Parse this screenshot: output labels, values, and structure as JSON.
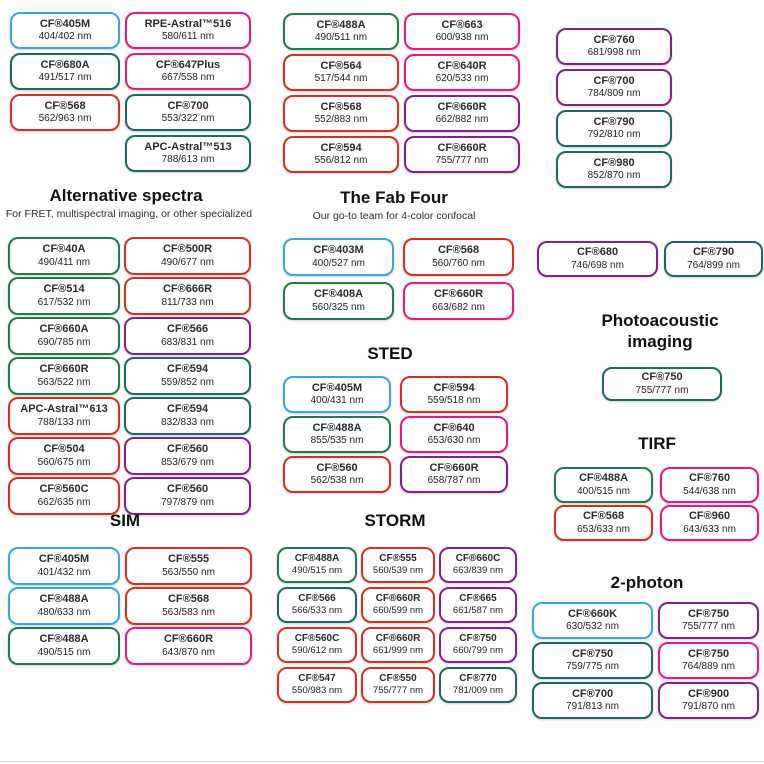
{
  "colors": {
    "blue": "#3aa5e2",
    "green": "#1e7b4b",
    "teal": "#1a6a61",
    "red": "#d92f21",
    "pink": "#e9197b",
    "purple": "#862088"
  },
  "titles": {
    "alt": {
      "title": "Alternative spectra",
      "subtitle": "For FRET, multispectral imaging, or other specialized"
    },
    "fab": {
      "title": "The Fab Four",
      "subtitle": "Our go-to team for 4-color confocal"
    },
    "sted": {
      "title": "STED"
    },
    "photo": {
      "title": "Photoacoustic imaging"
    },
    "tirf": {
      "title": "TIRF"
    },
    "sim": {
      "title": "SIM"
    },
    "storm": {
      "title": "STORM"
    },
    "twophoton": {
      "title": "2-photon"
    }
  },
  "groups": {
    "top_col1": {
      "pills": [
        {
          "name": "CF®405M",
          "sub": "404/402 nm",
          "color": "blue"
        },
        {
          "name": "CF®680A",
          "sub": "491/517 nm",
          "color": "teal"
        },
        {
          "name": "CF®568",
          "sub": "562/963 nm",
          "color": "red"
        }
      ]
    },
    "top_col2": {
      "pills": [
        {
          "name": "RPE-Astral™516",
          "sub": "580/611 nm",
          "color": "pink"
        },
        {
          "name": "CF®647Plus",
          "sub": "667/558 nm",
          "color": "pink"
        },
        {
          "name": "CF®700",
          "sub": "553/322 nm",
          "color": "teal"
        },
        {
          "name": "APC-Astral™513",
          "sub": "788/613 nm",
          "color": "teal"
        }
      ]
    },
    "top_col3": {
      "pills": [
        {
          "name": "CF®488A",
          "sub": "490/511 nm",
          "color": "green"
        },
        {
          "name": "CF®564",
          "sub": "517/544 nm",
          "color": "red"
        },
        {
          "name": "CF®568",
          "sub": "552/883 nm",
          "color": "red"
        },
        {
          "name": "CF®594",
          "sub": "556/812 nm",
          "color": "red"
        }
      ]
    },
    "top_col4": {
      "pills": [
        {
          "name": "CF®663",
          "sub": "600/938 nm",
          "color": "pink"
        },
        {
          "name": "CF®640R",
          "sub": "620/533 nm",
          "color": "pink"
        },
        {
          "name": "CF®660R",
          "sub": "662/882 nm",
          "color": "purple"
        },
        {
          "name": "CF®660R",
          "sub": "755/777 nm",
          "color": "purple"
        }
      ]
    },
    "top_col5": {
      "pills": [
        {
          "name": "CF®760",
          "sub": "681/998 nm",
          "color": "purple"
        },
        {
          "name": "CF®700",
          "sub": "784/809 nm",
          "color": "purple"
        },
        {
          "name": "CF®790",
          "sub": "792/810 nm",
          "color": "teal"
        },
        {
          "name": "CF®980",
          "sub": "852/870 nm",
          "color": "teal"
        }
      ]
    },
    "alt_left": {
      "pills": [
        {
          "name": "CF®40A",
          "sub": "490/411 nm",
          "color": "green"
        },
        {
          "name": "CF®514",
          "sub": "617/532 nm",
          "color": "green"
        },
        {
          "name": "CF®660A",
          "sub": "690/785 nm",
          "color": "green"
        },
        {
          "name": "CF®660R",
          "sub": "563/522 nm",
          "color": "green"
        },
        {
          "name": "APC-Astral™613",
          "sub": "788/133 nm",
          "color": "red"
        },
        {
          "name": "CF®504",
          "sub": "560/675 nm",
          "color": "red"
        },
        {
          "name": "CF®560C",
          "sub": "662/635 nm",
          "color": "red"
        }
      ]
    },
    "alt_right": {
      "pills": [
        {
          "name": "CF®500R",
          "sub": "490/677 nm",
          "color": "red"
        },
        {
          "name": "CF®666R",
          "sub": "811/733 nm",
          "color": "red"
        },
        {
          "name": "CF®566",
          "sub": "683/831 nm",
          "color": "purple"
        },
        {
          "name": "CF®594",
          "sub": "559/852 nm",
          "color": "teal"
        },
        {
          "name": "CF®594",
          "sub": "832/833 nm",
          "color": "teal"
        },
        {
          "name": "CF®560",
          "sub": "853/679 nm",
          "color": "purple"
        },
        {
          "name": "CF®560",
          "sub": "797/879 nm",
          "color": "purple"
        }
      ]
    },
    "fab": {
      "pills": [
        {
          "name": "CF®403M",
          "sub": "400/527 nm",
          "color": "blue"
        },
        {
          "name": "CF®568",
          "sub": "560/760 nm",
          "color": "red"
        },
        {
          "name": "CF®408A",
          "sub": "560/325 nm",
          "color": "green"
        },
        {
          "name": "CF®660R",
          "sub": "663/682 nm",
          "color": "pink"
        }
      ]
    },
    "mid_right": {
      "pills": [
        {
          "name": "CF®680",
          "sub": "746/698 nm",
          "color": "purple"
        },
        {
          "name": "CF®790",
          "sub": "764/899 nm",
          "color": "teal"
        }
      ]
    },
    "sted": {
      "pills": [
        {
          "name": "CF®405M",
          "sub": "400/431 nm",
          "color": "blue"
        },
        {
          "name": "CF®594",
          "sub": "559/518 nm",
          "color": "red"
        },
        {
          "name": "CF®488A",
          "sub": "855/535 nm",
          "color": "green"
        },
        {
          "name": "CF®640",
          "sub": "653/630 nm",
          "color": "pink"
        },
        {
          "name": "CF®560",
          "sub": "562/538 nm",
          "color": "red"
        },
        {
          "name": "CF®660R",
          "sub": "658/787 nm",
          "color": "purple"
        }
      ]
    },
    "photo": {
      "pills": [
        {
          "name": "CF®750",
          "sub": "755/777 nm",
          "color": "teal"
        }
      ]
    },
    "tirf": {
      "pills": [
        {
          "name": "CF®488A",
          "sub": "400/515 nm",
          "color": "green"
        },
        {
          "name": "CF®760",
          "sub": "544/638 nm",
          "color": "pink"
        },
        {
          "name": "CF®568",
          "sub": "653/633 nm",
          "color": "red"
        },
        {
          "name": "CF®960",
          "sub": "643/633 nm",
          "color": "pink"
        }
      ]
    },
    "sim": {
      "pills": [
        {
          "name": "CF®405M",
          "sub": "401/432 nm",
          "color": "blue"
        },
        {
          "name": "CF®555",
          "sub": "563/550 nm",
          "color": "red"
        },
        {
          "name": "CF®488A",
          "sub": "480/633 nm",
          "color": "blue"
        },
        {
          "name": "CF®568",
          "sub": "563/583 nm",
          "color": "red"
        },
        {
          "name": "CF®488A",
          "sub": "490/515 nm",
          "color": "green"
        },
        {
          "name": "CF®660R",
          "sub": "643/870 nm",
          "color": "pink"
        }
      ]
    },
    "storm": {
      "pills": [
        {
          "name": "CF®488A",
          "sub": "490/515 nm",
          "color": "green"
        },
        {
          "name": "CF®555",
          "sub": "560/539 nm",
          "color": "red"
        },
        {
          "name": "CF®660C",
          "sub": "663/839 nm",
          "color": "purple"
        },
        {
          "name": "CF®566",
          "sub": "566/533 nm",
          "color": "teal"
        },
        {
          "name": "CF®660R",
          "sub": "660/599 nm",
          "color": "red"
        },
        {
          "name": "CF®665",
          "sub": "661/587 nm",
          "color": "purple"
        },
        {
          "name": "CF®560C",
          "sub": "590/612 nm",
          "color": "red"
        },
        {
          "name": "CF®660R",
          "sub": "661/999 nm",
          "color": "red"
        },
        {
          "name": "CF®750",
          "sub": "660/799 nm",
          "color": "purple"
        },
        {
          "name": "CF®547",
          "sub": "550/983 nm",
          "color": "red"
        },
        {
          "name": "CF®550",
          "sub": "755/777 nm",
          "color": "red"
        },
        {
          "name": "CF®770",
          "sub": "781/009 nm",
          "color": "teal"
        }
      ]
    },
    "twophoton": {
      "pills": [
        {
          "name": "CF®660K",
          "sub": "630/532 nm",
          "color": "blue"
        },
        {
          "name": "CF®750",
          "sub": "755/777 nm",
          "color": "purple"
        },
        {
          "name": "CF®750",
          "sub": "759/775 nm",
          "color": "teal"
        },
        {
          "name": "CF®750",
          "sub": "764/889 nm",
          "color": "pink"
        },
        {
          "name": "CF®700",
          "sub": "791/813 nm",
          "color": "teal"
        },
        {
          "name": "CF®900",
          "sub": "791/870 nm",
          "color": "purple"
        }
      ]
    }
  }
}
